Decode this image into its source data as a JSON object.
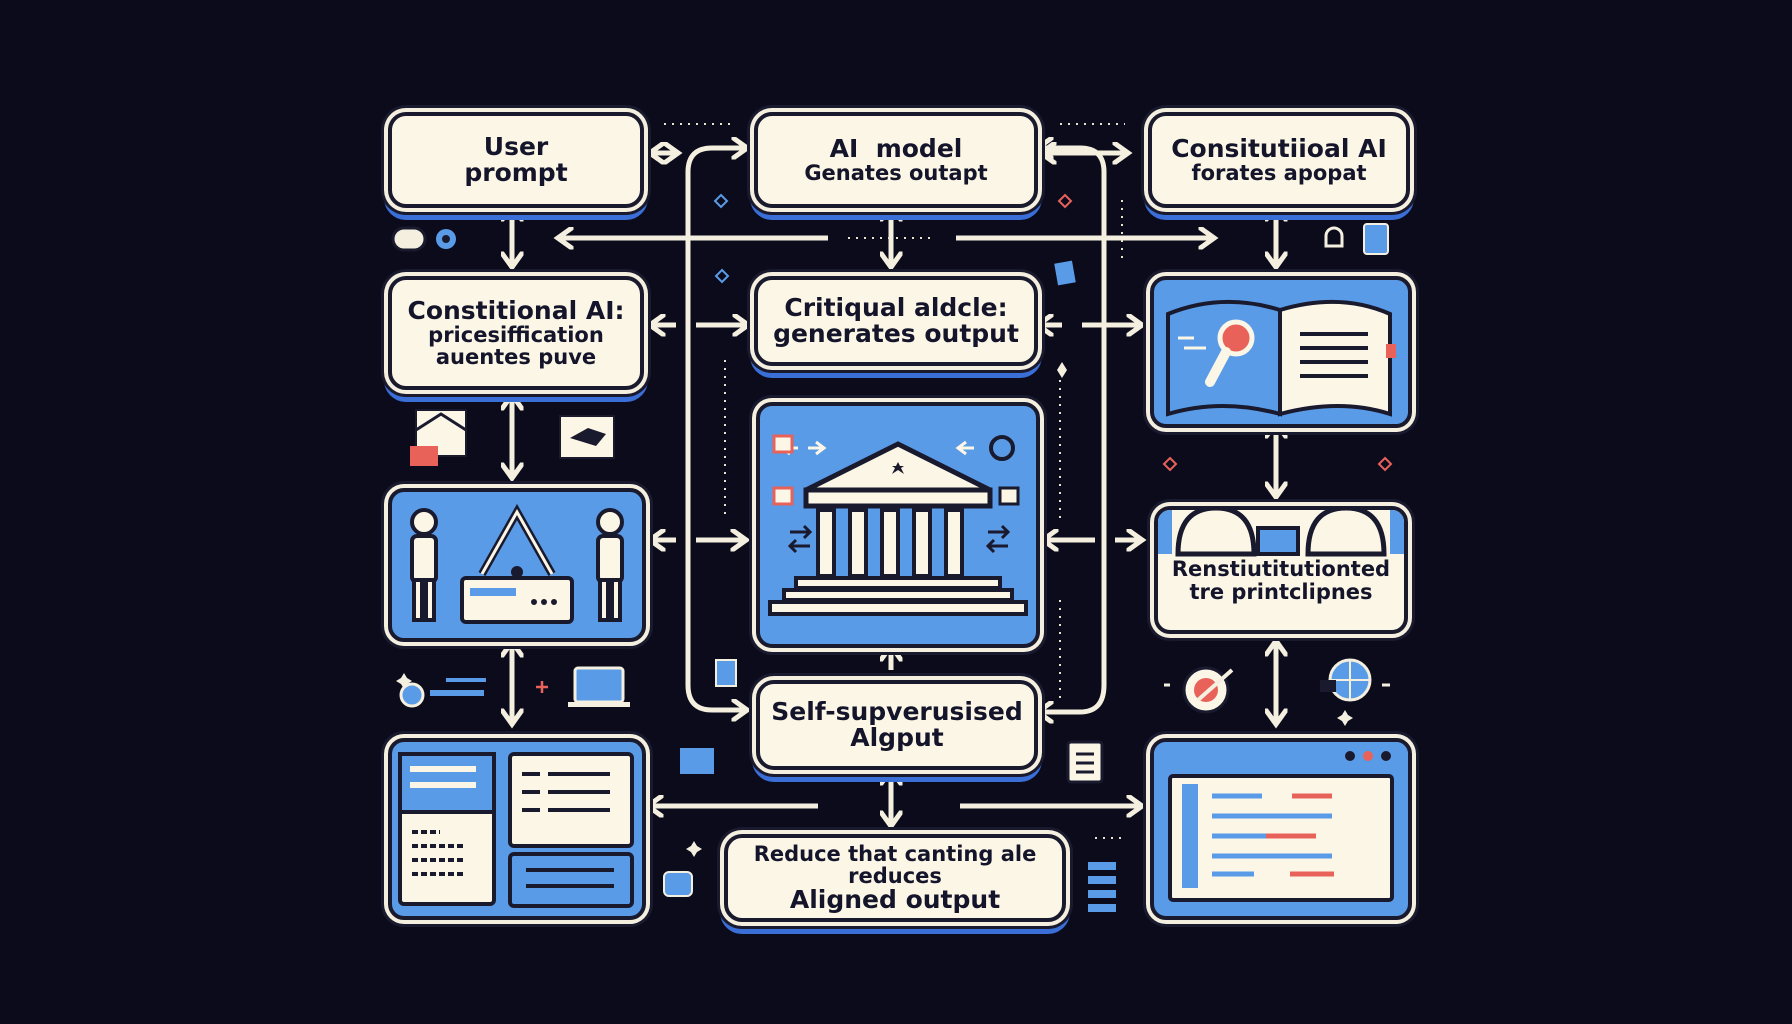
{
  "boxes": {
    "user_prompt": [
      "User",
      "prompt"
    ],
    "ai_model": [
      "AI  model",
      "Genates outapt"
    ],
    "constitutional_top": [
      "Consitutiioal AI",
      "forates apopat"
    ],
    "constitutional_mid": [
      "Constitional AI:",
      "pricesiffication",
      "auentes puve"
    ],
    "critique": [
      "Critiqual aldcle:",
      "generates output"
    ],
    "self_supervised": [
      "Self-supverusised",
      "Algput"
    ],
    "reduce": [
      "Reduce that canting ale reduces",
      "Aligned output"
    ],
    "principles": [
      "Renstiutitutionted",
      "tre printclipnes"
    ]
  },
  "colors": {
    "background": "#0b0b1c",
    "box": "#fbf6e6",
    "accent_blue": "#5a9be8",
    "outline": "#1a1a2e",
    "arrow": "#f4efdf",
    "red": "#e8625a"
  }
}
